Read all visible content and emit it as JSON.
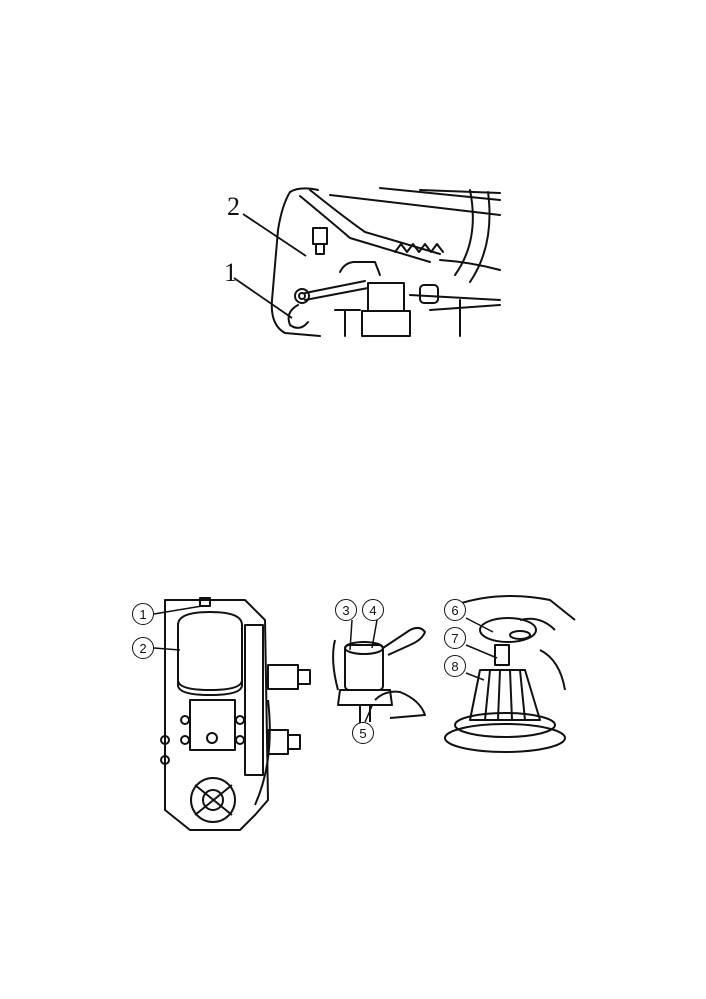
{
  "figure_top": {
    "labels": [
      "2",
      "1"
    ]
  },
  "figure_bottom_left": {
    "labels": [
      "1",
      "2"
    ]
  },
  "figure_bottom_middle": {
    "labels": [
      "3",
      "4",
      "5"
    ]
  },
  "figure_bottom_right": {
    "labels": [
      "6",
      "7",
      "8"
    ]
  }
}
